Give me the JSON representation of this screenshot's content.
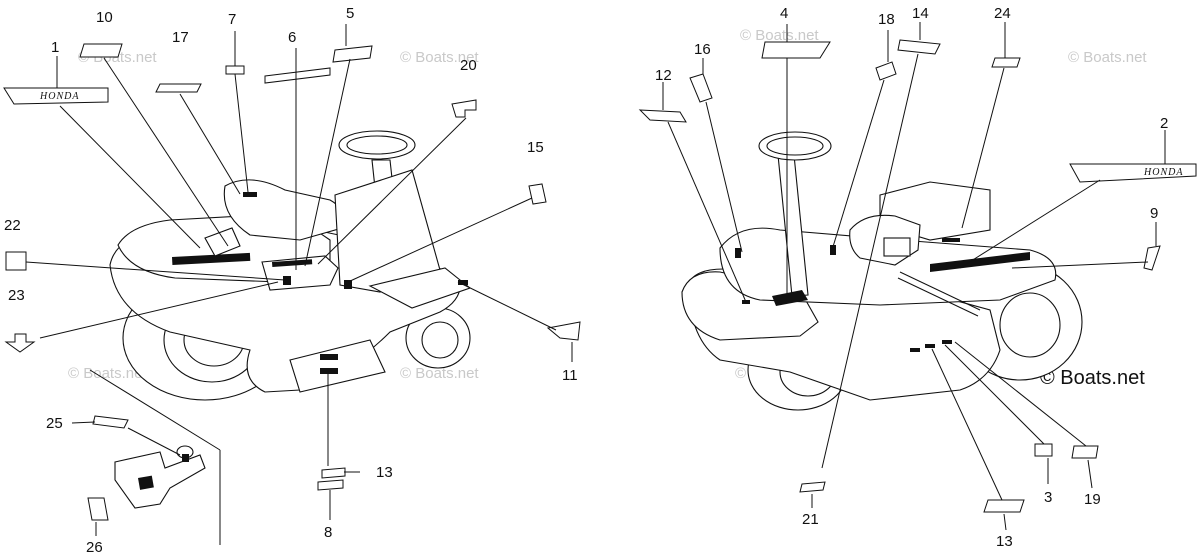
{
  "callouts": {
    "c1": "1",
    "c2": "2",
    "c3": "3",
    "c4": "4",
    "c5": "5",
    "c6": "6",
    "c7": "7",
    "c8": "8",
    "c9": "9",
    "c10": "10",
    "c11": "11",
    "c12": "12",
    "c13a": "13",
    "c13b": "13",
    "c14": "14",
    "c15": "15",
    "c16": "16",
    "c17": "17",
    "c18": "18",
    "c19": "19",
    "c20": "20",
    "c21": "21",
    "c22": "22",
    "c23": "23",
    "c24": "24",
    "c25": "25",
    "c26": "26"
  },
  "brand_text": {
    "left": "HONDA",
    "right": "HONDA"
  },
  "watermark": {
    "text": "© Boats.net",
    "copyright": "© Boats.net"
  }
}
